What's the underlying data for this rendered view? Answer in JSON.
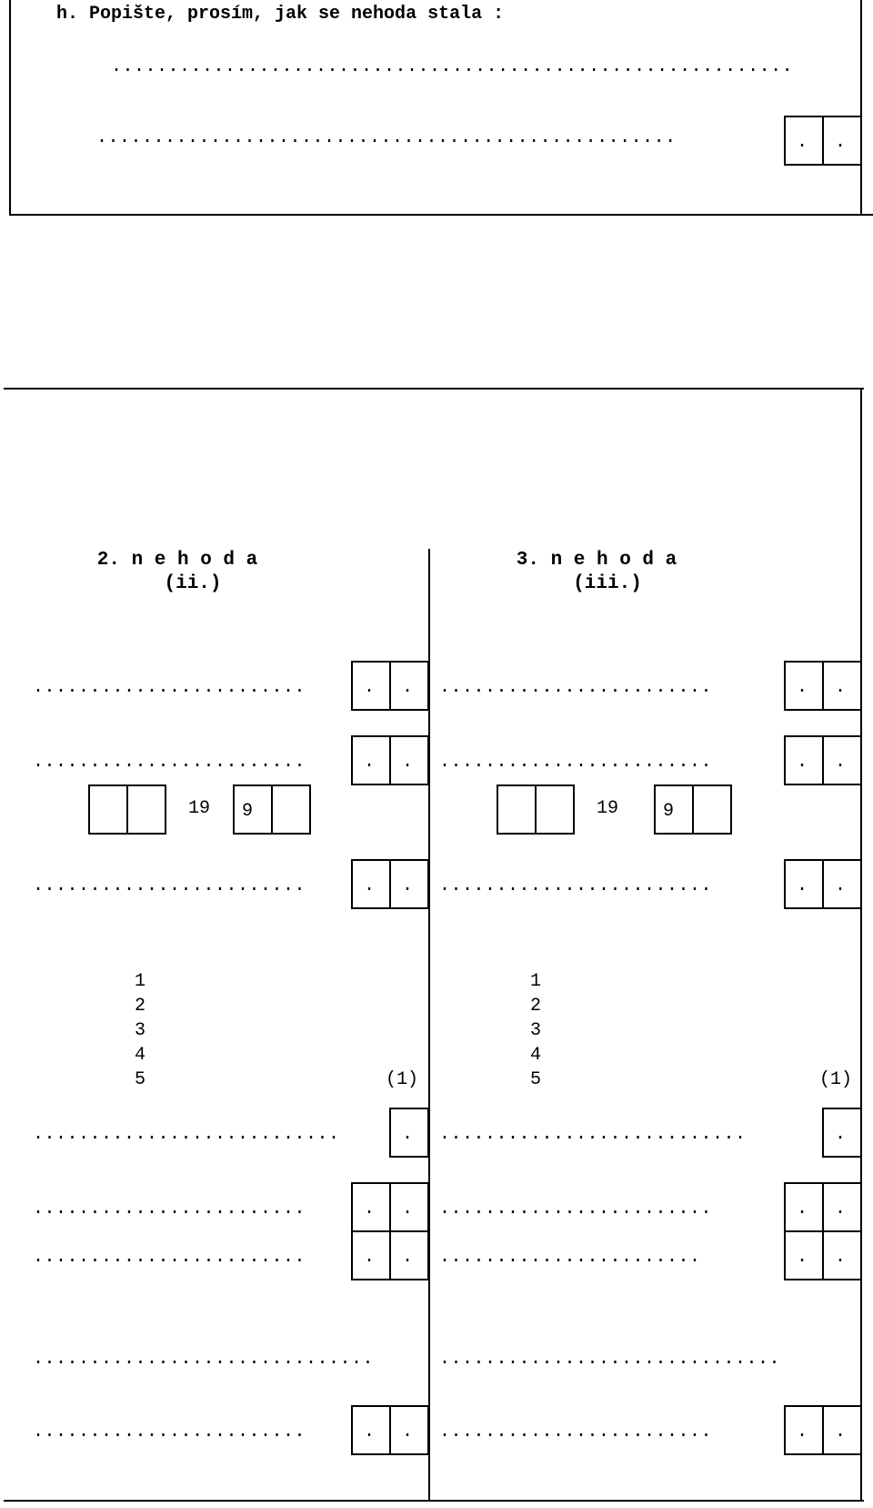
{
  "section_h": {
    "question": "h. Popište, prosím, jak se nehoda stala :",
    "dots_line_1": "............................................................",
    "dots_line_2": "...................................................",
    "box_dot_1": ".",
    "box_dot_2": "."
  },
  "columns": {
    "left": {
      "title": "2. n e h o d a",
      "subtitle": "(ii.)",
      "year_prefix": "19",
      "year_digit": "9",
      "numbers": [
        "1",
        "2",
        "3",
        "4",
        "5"
      ],
      "note": "(1)"
    },
    "right": {
      "title": "3. n e h o d a",
      "subtitle": "(iii.)",
      "year_prefix": "19",
      "year_digit": "9",
      "numbers": [
        "1",
        "2",
        "3",
        "4",
        "5"
      ],
      "note": "(1)"
    }
  },
  "field_dots": {
    "left_short": "........................",
    "left_long": "...........................",
    "left_full": "..............................",
    "right_short": "........................",
    "right_long": "...........................",
    "right_mid": ".......................",
    "right_full": "..............................",
    "dot": "."
  }
}
